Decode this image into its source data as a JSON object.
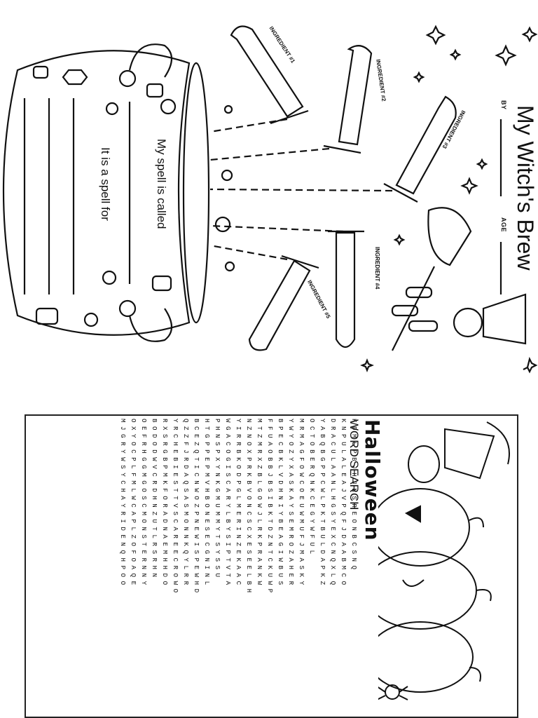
{
  "brew": {
    "title": "My Witch's Brew",
    "by_label": "BY",
    "age_label": "AGE",
    "spell_called": "My spell is called",
    "spell_for": "It is a spell for",
    "ingredients": [
      "INGREDIENT #1",
      "INGREDIENT #2",
      "INGREDIENT #3",
      "INGREDIENT #4",
      "INGREDIENT #5"
    ]
  },
  "wordsearch": {
    "title_word": "Halloween",
    "title_rest": "WORD SEARCH",
    "rows": [
      "KDMLPBJHJNSREONBCSNQ",
      "KNPULALEAJVPQFJDAABMCO",
      "DRACULAANLHGSYEXCNQXLQ",
      "YABQBGPPCWLPKTBULDAPKZ",
      "OCTOBERQNKCEGYWFUL",
      "MRMAGFOWCOEUWMUFJMASKY",
      "YWYOZYXASKAYSEMROZAHER",
      "BPECBKLVDHNIYBEAGIWBUS",
      "FFUAOBBJBSIBKTDZNTCKUWP",
      "MTZMRXZBLGOWJLRKPRANKW",
      "NZNOXPRKBVONCSCXESEELBH",
      "YIRRBKODPGLMERINZEKAAC",
      "WGACOGISCARYLBYSIPTVTA",
      "PHNSPXYNKGMUMMYTSYSSU",
      "HTGPPEPMVHBONESECGNINL",
      "BCEZQTICNWOZPNEWISPEWHD",
      "QZZFJRDAQSASMONNKQYLRR",
      "YRCHEBIESTTVSCAREECROWO",
      "RXSRGBPMKFORADNAEMHHDO",
      "BODODWVCRDHNZUTLRSRHN",
      "OEFRHGGMGOSCMONSTERNNY",
      "OXYOCPLFMLWCAPLZOFOAQE",
      "MJGRYWSYCHAYRIDENQHPOO"
    ]
  }
}
